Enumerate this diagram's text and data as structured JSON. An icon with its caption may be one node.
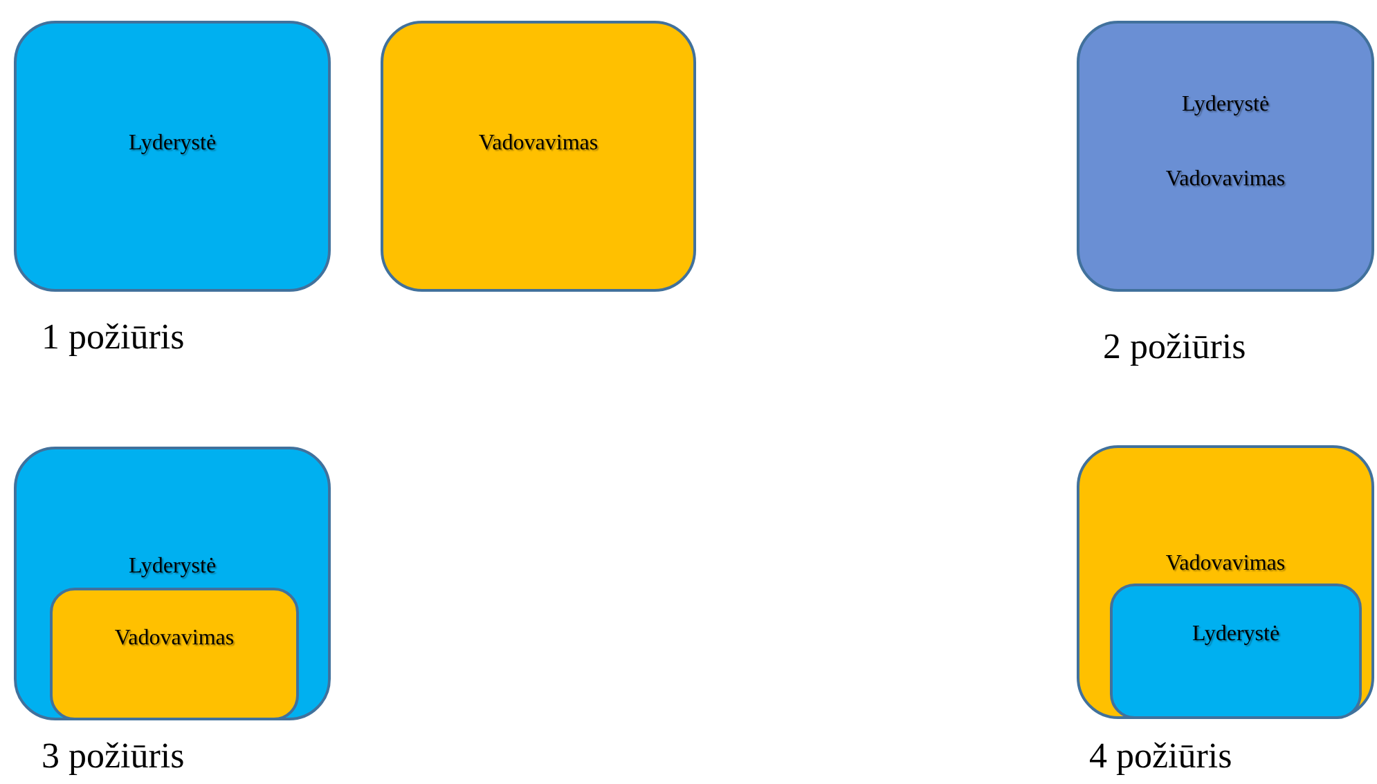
{
  "diagram": {
    "nodes": [
      {
        "text": [
          "Lyderystė"
        ]
      },
      {
        "text": [
          "Vadovavimas"
        ]
      },
      {
        "text": [
          "Lyderystė",
          "Vadovavimas"
        ]
      },
      {
        "text": [
          "Lyderystė"
        ]
      },
      {
        "text": [
          "Vadovavimas"
        ],
        "in": 3
      },
      {
        "text": [
          "Vadovavimas"
        ]
      },
      {
        "text": [
          "Lyderystė"
        ],
        "in": 5
      }
    ],
    "labels": [
      "1 požiūris",
      "2 požiūris",
      "3 požiūris",
      "4 požiūris"
    ]
  }
}
